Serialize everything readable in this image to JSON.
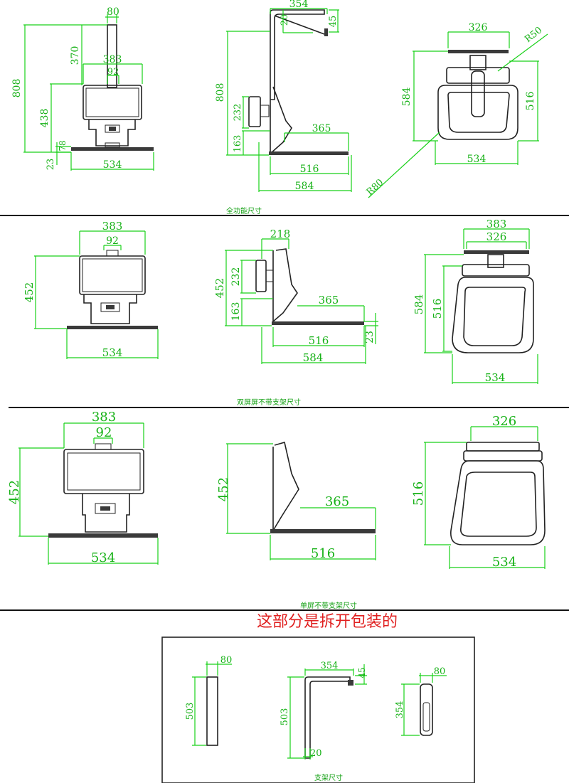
{
  "colors": {
    "dimension": "#19d119",
    "line": "#222222",
    "highlight": "#e02020"
  },
  "sections": [
    {
      "caption": "全功能尺寸",
      "front": {
        "top_w": "80",
        "height": "808",
        "upper": "370",
        "width1": "383",
        "width2": "92",
        "mid": "438",
        "small1": "23",
        "small2": "78",
        "base": "534"
      },
      "side": {
        "top_w": "354",
        "top_h1": "20",
        "top_h2": "45",
        "height": "808",
        "screen": "232",
        "lower": "163",
        "depth1": "365",
        "depth2": "516",
        "depth3": "584"
      },
      "top": {
        "w1": "326",
        "r1": "R50",
        "h1": "584",
        "h2": "516",
        "base": "534",
        "r2": "R80"
      }
    },
    {
      "caption": "双屏屏不带支架尺寸",
      "front": {
        "width1": "383",
        "width2": "92",
        "height": "452",
        "base": "534"
      },
      "side": {
        "top_w": "218",
        "height": "452",
        "screen": "232",
        "lower": "163",
        "depth1": "365",
        "depth2": "516",
        "depth3": "584",
        "small": "23"
      },
      "top": {
        "w1": "383",
        "w2": "326",
        "h1": "584",
        "h2": "516",
        "base": "534"
      }
    },
    {
      "caption": "单屏不带支架尺寸",
      "front": {
        "width1": "383",
        "width2": "92",
        "height": "452",
        "base": "534"
      },
      "side": {
        "height": "452",
        "depth1": "365",
        "depth2": "516"
      },
      "top": {
        "w1": "326",
        "h1": "516",
        "base": "534"
      }
    }
  ],
  "unpacked": {
    "title": "这部分是拆开包装的",
    "caption": "支架尺寸",
    "pole": {
      "w": "80",
      "h": "503"
    },
    "bracket": {
      "w": "354",
      "h1": "45",
      "h": "503",
      "t": "20"
    },
    "side_pole": {
      "w": "80",
      "h": "354"
    }
  }
}
